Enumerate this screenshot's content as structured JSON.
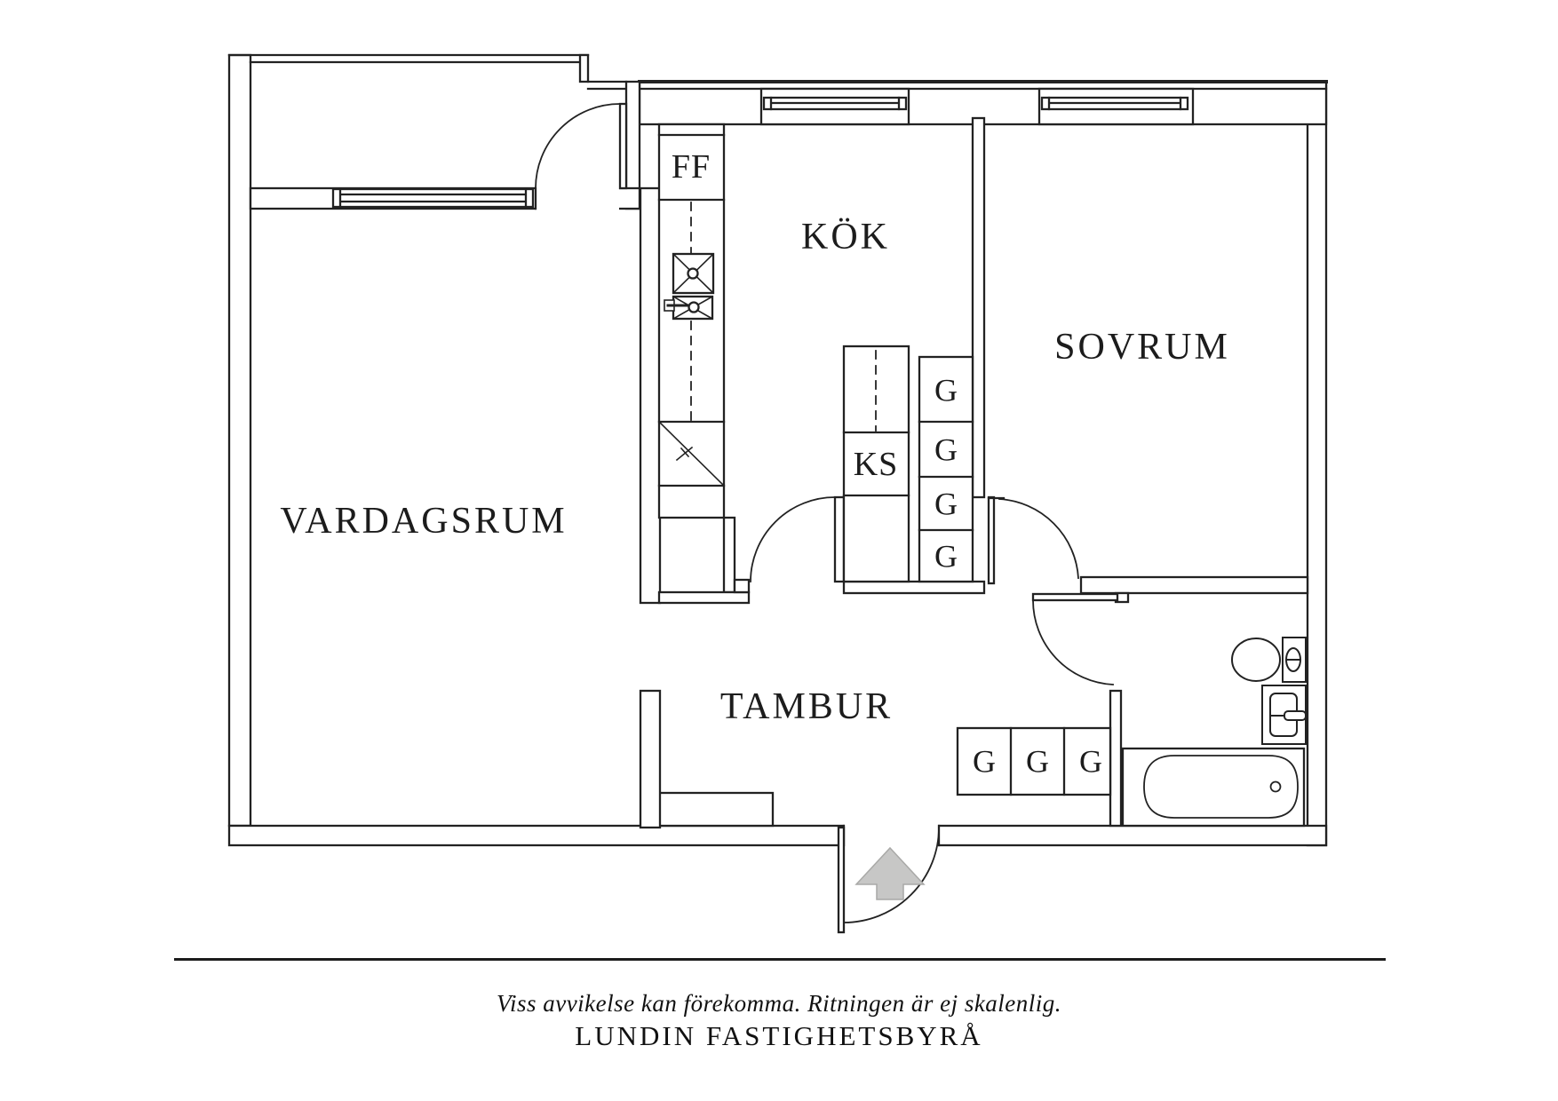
{
  "plan": {
    "room_labels": {
      "vardagsrum": "VARDAGSRUM",
      "kok": "KÖK",
      "sovrum": "SOVRUM",
      "tambur": "TAMBUR"
    },
    "appliance_labels": {
      "ff": "FF",
      "ks": "KS"
    },
    "wardrobe_label": "G",
    "wardrobe_counts": {
      "upper_column": 4,
      "hall_row": 3
    }
  },
  "footer": {
    "disclaimer": "Viss avvikelse kan förekomma. Ritningen är ej skalenlig.",
    "brand": "LUNDIN FASTIGHETSBYRÅ"
  },
  "colors": {
    "line": "#222222",
    "arrow_fill": "#c7c7c6",
    "arrow_stroke": "#a9a9a7",
    "background": "#ffffff"
  }
}
